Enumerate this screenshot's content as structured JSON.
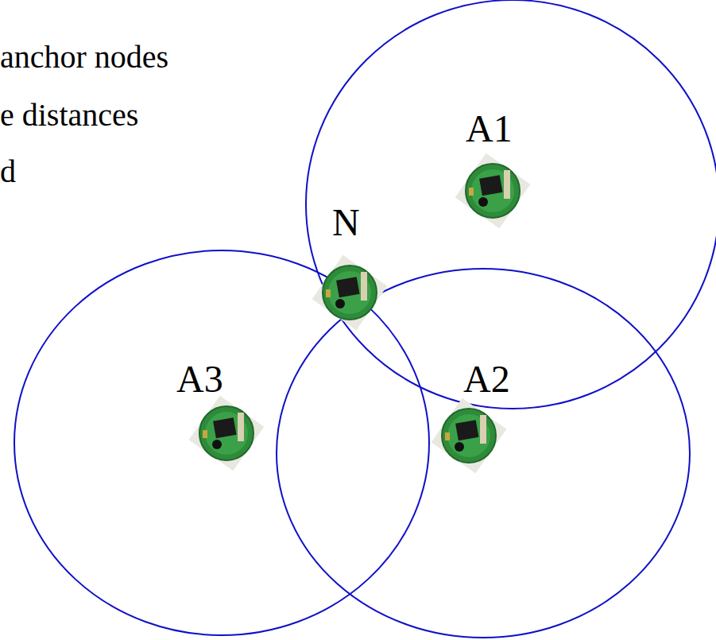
{
  "diagram": {
    "labels": [
      "anchor nodes",
      "e distances",
      "d",
      "A1",
      "N",
      "A3",
      "A2"
    ]
  }
}
